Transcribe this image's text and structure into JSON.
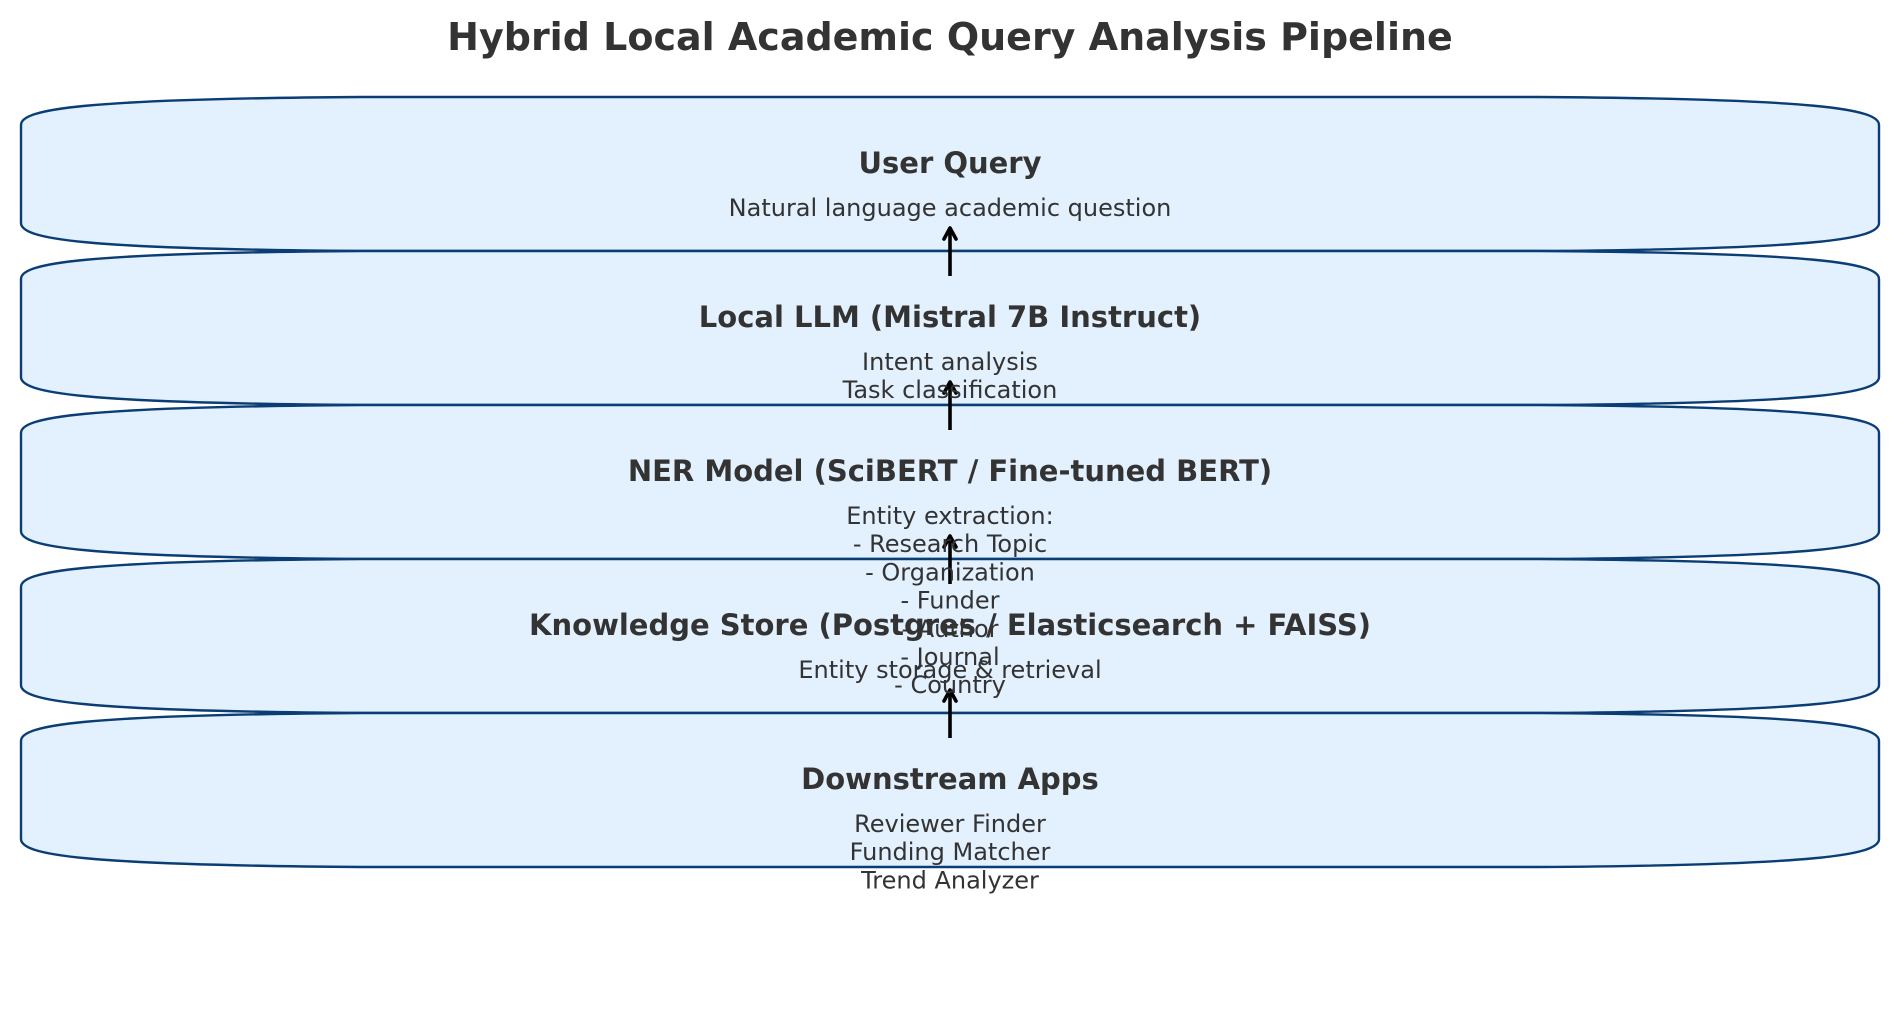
{
  "title": "Hybrid Local Academic Query Analysis Pipeline",
  "colors": {
    "box_fill": "#e3f0fe",
    "box_border": "#0b3d75",
    "text": "#333333",
    "arrow": "#000000",
    "background": "#ffffff"
  },
  "stages": [
    {
      "title": "User Query",
      "lines": [
        "Natural language academic question"
      ]
    },
    {
      "title": "Local LLM (Mistral 7B Instruct)",
      "lines": [
        "Intent analysis",
        "Task classification"
      ]
    },
    {
      "title": "NER Model (SciBERT / Fine-tuned BERT)",
      "lines": [
        "Entity extraction:",
        "- Research Topic",
        "- Organization",
        "- Funder",
        "- Author",
        "- Journal",
        "- Country"
      ]
    },
    {
      "title": "Knowledge Store (Postgres / Elasticsearch + FAISS)",
      "lines": [
        "Entity storage & retrieval"
      ]
    },
    {
      "title": "Downstream Apps",
      "lines": [
        "Reviewer Finder",
        "Funding Matcher",
        "Trend Analyzer"
      ]
    }
  ],
  "arrows": [
    {
      "from": 1,
      "to": 0
    },
    {
      "from": 2,
      "to": 1
    },
    {
      "from": 3,
      "to": 2
    },
    {
      "from": 4,
      "to": 3
    }
  ]
}
